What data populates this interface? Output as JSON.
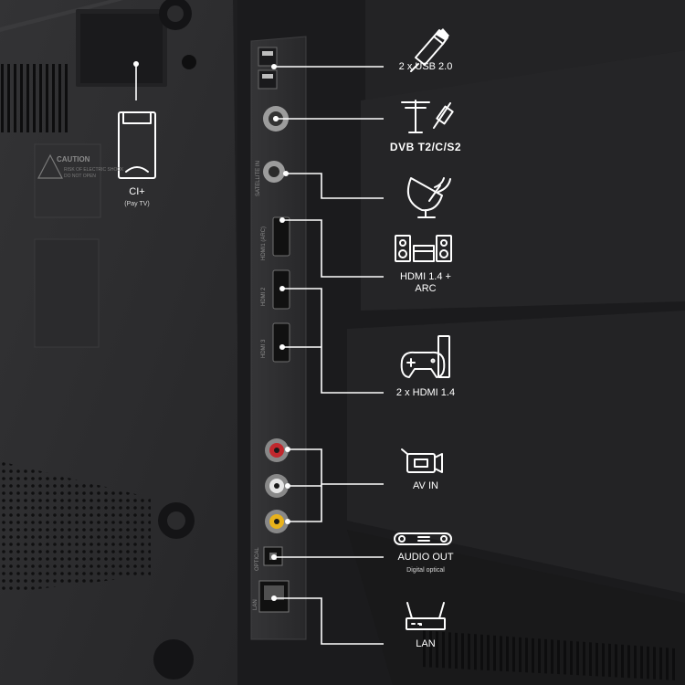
{
  "labels": {
    "ci": "CI+",
    "ci_sub": "(Pay TV)",
    "usb": "2 x USB 2.0",
    "dvb": "DVB T2/C/S2",
    "hdmi_arc_line1": "HDMI 1.4 +",
    "hdmi_arc_line2": "ARC",
    "hdmi2": "2 x HDMI 1.4",
    "av_in": "AV IN",
    "audio_out": "AUDIO OUT",
    "audio_out_sub": "Digital optical",
    "lan": "LAN"
  },
  "caution_label": {
    "title": "CAUTION",
    "line1": "RISK OF ELECTRIC SHOCK",
    "line2": "DO NOT OPEN"
  },
  "panel_text": {
    "sat": "SATELLITE IN",
    "hdmi_arc": "HDMI1 (ARC)",
    "hdmi2": "HDMI 2",
    "hdmi3": "HDMI 3",
    "optical": "OPTICAL",
    "lan": "LAN"
  },
  "colors": {
    "line": "#ffffff",
    "panel": "#2e2e30",
    "body": "#2a2a2c",
    "av_red": "#c0282d",
    "av_white": "#e6e6e6",
    "av_yellow": "#e8b21c"
  }
}
